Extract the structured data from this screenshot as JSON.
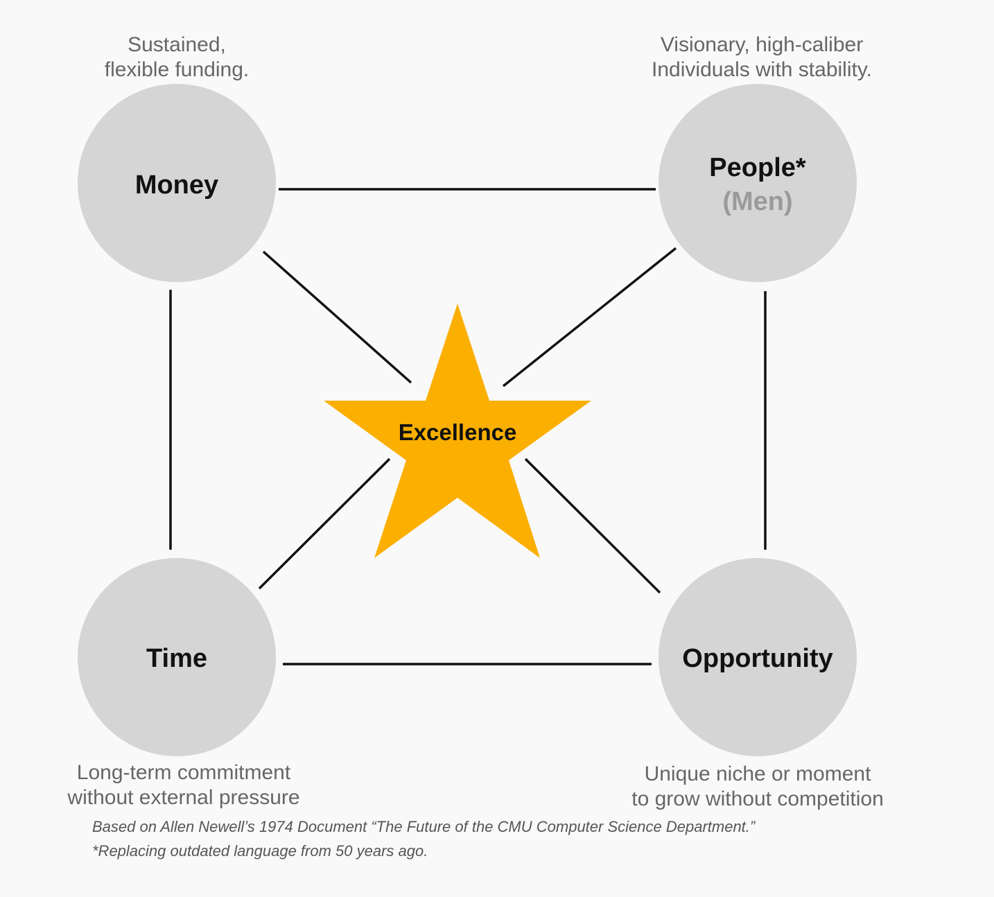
{
  "nodes": {
    "money": {
      "label": "Money",
      "description": [
        "Sustained,",
        "flexible funding."
      ]
    },
    "people": {
      "label": "People*",
      "sublabel": "(Men)",
      "description": [
        "Visionary, high-caliber",
        "Individuals with stability."
      ]
    },
    "time": {
      "label": "Time",
      "description": [
        "Long-term commitment",
        "without external pressure"
      ]
    },
    "opportunity": {
      "label": "Opportunity",
      "description": [
        "Unique niche or moment",
        "to grow without competition"
      ]
    }
  },
  "center": {
    "label": "Excellence"
  },
  "footnotes": {
    "source": "Based on Allen Newell’s 1974 Document “The Future of the CMU Computer Science Department.”",
    "note": "*Replacing outdated language from 50 years ago."
  },
  "colors": {
    "background": "#f9f9f9",
    "circle": "#d5d5d5",
    "star": "#fbaf00",
    "line": "#111111",
    "description_text": "#666666",
    "sublabel_text": "#9a9a9a"
  }
}
